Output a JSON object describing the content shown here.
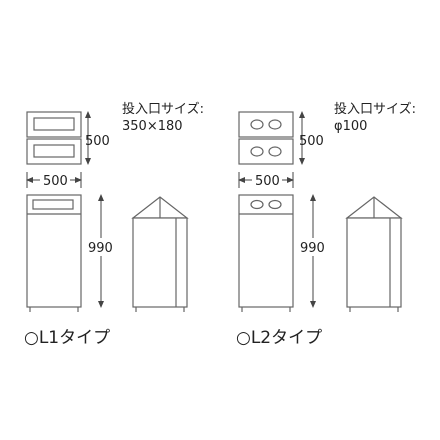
{
  "diagram": {
    "left": {
      "opening_label": "投入口サイズ:",
      "opening_size": "350×180",
      "height_top": "500",
      "width": "500",
      "height_body": "990",
      "type_label": "○L1タイプ",
      "slot_shape": "rectangle"
    },
    "right": {
      "opening_label": "投入口サイズ:",
      "opening_size": "φ100",
      "height_top": "500",
      "width": "500",
      "height_body": "990",
      "type_label": "○L2タイプ",
      "slot_shape": "circle"
    },
    "colors": {
      "line": "#666666",
      "text": "#222222",
      "background": "#ffffff"
    }
  }
}
